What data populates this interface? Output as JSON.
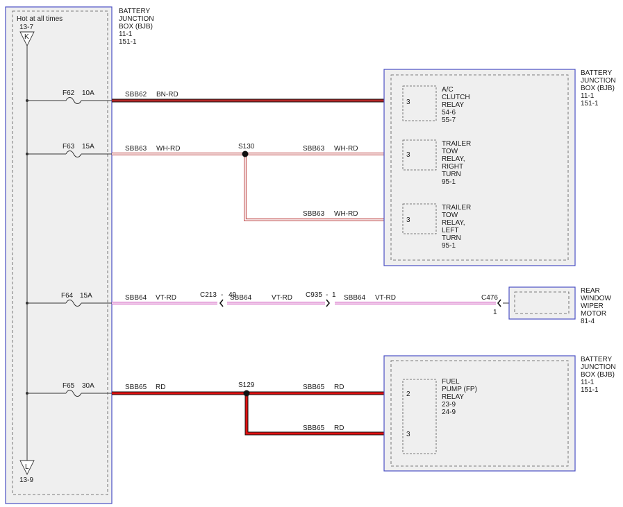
{
  "bjb_main": {
    "lines": [
      "BATTERY",
      "JUNCTION",
      "BOX (BJB)",
      "11-1",
      "151-1"
    ],
    "hot_label": "Hot at all times",
    "top_ref": "13-7",
    "top_conn": "K",
    "bottom_conn": "L",
    "bottom_ref": "13-9"
  },
  "fuses": [
    {
      "id": "F62",
      "amp": "10A"
    },
    {
      "id": "F63",
      "amp": "15A"
    },
    {
      "id": "F64",
      "amp": "15A"
    },
    {
      "id": "F65",
      "amp": "30A"
    }
  ],
  "wires": {
    "sbb62": {
      "circuit": "SBB62",
      "color": "BN-RD"
    },
    "sbb63_a": {
      "circuit": "SBB63",
      "color": "WH-RD"
    },
    "sbb63_b": {
      "circuit": "SBB63",
      "color": "WH-RD"
    },
    "sbb63_c": {
      "circuit": "SBB63",
      "color": "WH-RD"
    },
    "sbb64_a": {
      "circuit": "SBB64",
      "color": "VT-RD"
    },
    "sbb64_b": {
      "circuit": "SBB64",
      "color": "VT-RD"
    },
    "sbb64_c": {
      "circuit": "SBB64",
      "color": "VT-RD"
    },
    "sbb65_a": {
      "circuit": "SBB65",
      "color": "RD"
    },
    "sbb65_b": {
      "circuit": "SBB65",
      "color": "RD"
    },
    "sbb65_c": {
      "circuit": "SBB65",
      "color": "RD"
    }
  },
  "splices": {
    "s130": "S130",
    "s129": "S129"
  },
  "connectors": {
    "c213": "C213",
    "c213_dash": "-",
    "c213_pin": "49",
    "c935": "C935",
    "c935_dash": "-",
    "c935_pin": "1",
    "c476": "C476",
    "c476_pin": "1"
  },
  "bjb_right_top": {
    "lines": [
      "BATTERY",
      "JUNCTION",
      "BOX (BJB)",
      "11-1",
      "151-1"
    ]
  },
  "bjb_right_bottom": {
    "lines": [
      "BATTERY",
      "JUNCTION",
      "BOX (BJB)",
      "11-1",
      "151-1"
    ]
  },
  "relays": {
    "ac_clutch": {
      "pin": "3",
      "lines": [
        "A/C",
        "CLUTCH",
        "RELAY",
        "54-6",
        "55-7"
      ]
    },
    "trailer_right": {
      "pin": "3",
      "lines": [
        "TRAILER",
        "TOW",
        "RELAY,",
        "RIGHT",
        "TURN",
        "95-1"
      ]
    },
    "trailer_left": {
      "pin": "3",
      "lines": [
        "TRAILER",
        "TOW",
        "RELAY,",
        "LEFT",
        "TURN",
        "95-1"
      ]
    },
    "fuel_pump": {
      "pin_a": "2",
      "pin_b": "3",
      "lines": [
        "FUEL",
        "PUMP (FP)",
        "RELAY",
        "23-9",
        "24-9"
      ]
    }
  },
  "motor": {
    "lines": [
      "REAR",
      "WINDOW",
      "WIPER",
      "MOTOR",
      "81-4"
    ]
  },
  "colors": {
    "box_border": "#4a4fc4",
    "box_fill": "#efefef",
    "brown_red": "#b32626",
    "red": "#e01010",
    "violet": "#d873c8",
    "white_red": "#c76060"
  }
}
